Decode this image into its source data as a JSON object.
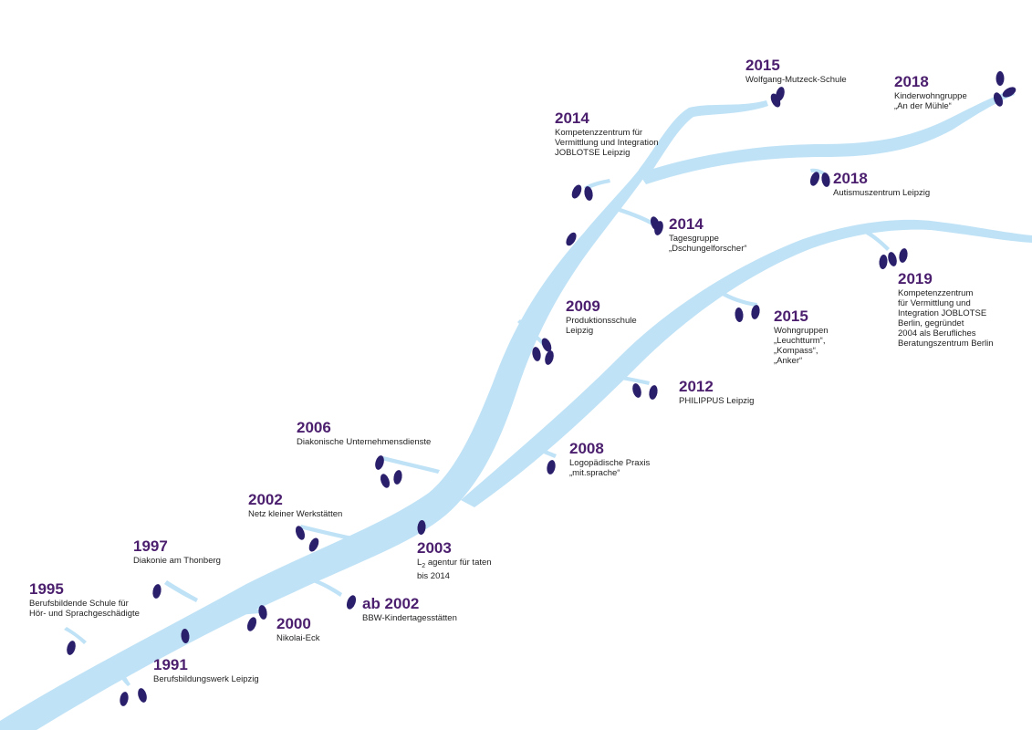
{
  "colors": {
    "branch": "#bfe2f6",
    "leaf": "#2a1f6b",
    "year": "#4b1f6e",
    "text": "#222222"
  },
  "events": [
    {
      "year": "1991",
      "text": "Berufsbildungswerk Leipzig"
    },
    {
      "year": "1995",
      "text": "Berufsbildende Schule für\nHör- und Sprachgeschädigte"
    },
    {
      "year": "1997",
      "text": "Diakonie am Thonberg"
    },
    {
      "year": "2000",
      "text": "Nikolai-Eck"
    },
    {
      "year": "ab 2002",
      "text": "BBW-Kindertagesstätten"
    },
    {
      "year": "2002",
      "text": "Netz kleiner Werkstätten"
    },
    {
      "year": "2003",
      "text_prefix": "L",
      "text_sub": "2",
      "text_rest": " agentur für taten\nbis 2014"
    },
    {
      "year": "2006",
      "text": "Diakonische Unternehmensdienste"
    },
    {
      "year": "2008",
      "text": "Logopädische Praxis\n„mit.sprache“"
    },
    {
      "year": "2009",
      "text": "Produktionsschule\nLeipzig"
    },
    {
      "year": "2012",
      "text": "PHILIPPUS Leipzig"
    },
    {
      "year": "2014",
      "text": "Kompetenzzentrum für\nVermittlung und Integration\nJOBLOTSE Leipzig"
    },
    {
      "year": "2014",
      "text": "Tagesgruppe\n„Dschungelforscher“"
    },
    {
      "year": "2015",
      "text": "Wohngruppen\n„Leuchtturm“,\n„Kompass“,\n„Anker“"
    },
    {
      "year": "2015",
      "text": "Wolfgang-Mutzeck-Schule"
    },
    {
      "year": "2018",
      "text": "Kinderwohngruppe\n„An der Mühle“"
    },
    {
      "year": "2018",
      "text": "Autismuszentrum Leipzig"
    },
    {
      "year": "2019",
      "text": "Kompetenzzentrum\nfür Vermittlung und\nIntegration JOBLOTSE\nBerlin, gegründet\n2004 als Berufliches\nBeratungszentrum Berlin"
    }
  ]
}
